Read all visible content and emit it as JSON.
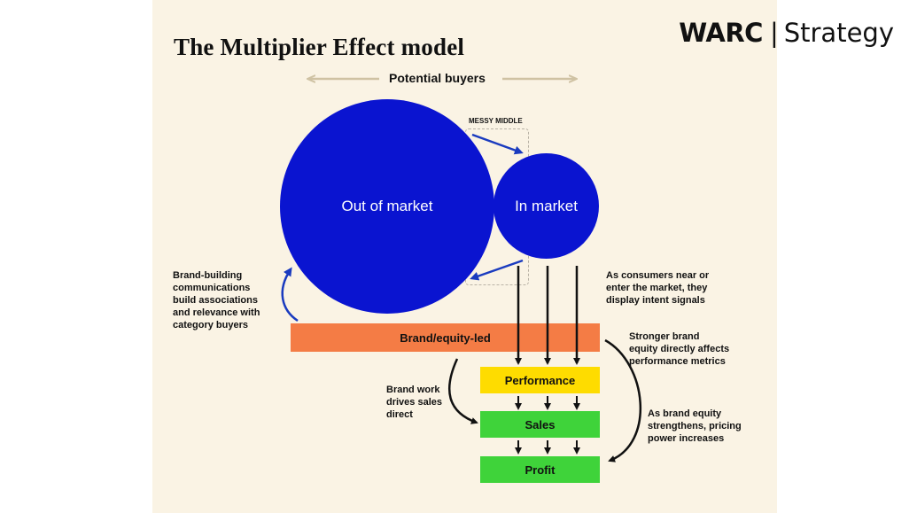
{
  "header": {
    "title": "The Multiplier Effect model",
    "brand_primary": "WARC",
    "brand_separator": "|",
    "brand_secondary": "Strategy"
  },
  "diagram": {
    "potential_buyers": "Potential buyers",
    "messy_middle": "MESSY MIDDLE",
    "out_of_market": "Out of market",
    "in_market": "In market",
    "brand_bar": "Brand/equity-led",
    "performance": "Performance",
    "sales": "Sales",
    "profit": "Profit",
    "notes": {
      "brand_building": "Brand-building\ncommunications\nbuild associations\nand relevance with\ncategory buyers",
      "intent_signals": "As consumers near or\nenter the market, they\ndisplay intent signals",
      "stronger_equity": "Stronger brand\nequity directly affects\nperformance metrics",
      "brand_work": "Brand work\ndrives sales\ndirect",
      "pricing_power": "As brand equity\nstrengthens, pricing\npower increases"
    }
  },
  "colors": {
    "circle_blue": "#0a14d0",
    "arrow_blue": "#1a3bbf",
    "brand_orange": "#f47c45",
    "performance_yellow": "#fedc00",
    "sales_green": "#3fd33a",
    "background_cream": "#faf3e4",
    "beige_arrow": "#cfc2a3"
  }
}
